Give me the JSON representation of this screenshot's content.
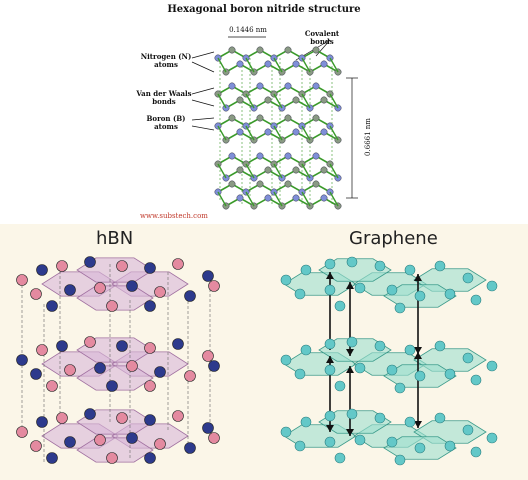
{
  "top": {
    "title": "Hexagonal boron nitride structure",
    "labels": {
      "nitrogen": "Nitrogen (N) atoms",
      "vdw": "Van der Waals bonds",
      "boron": "Boron (B) atoms",
      "covalent": "Covalent bonds",
      "bond_length": "0.1446 nm",
      "layer_spacing": "0.6661 nm"
    },
    "url": "www.substech.com"
  },
  "bottom": {
    "left_title": "hBN",
    "right_title": "Graphene"
  },
  "colors": {
    "bond_green": "#3a9a2a",
    "nitrogen_blue": "#7f8fd8",
    "boron_gray": "#8a9a84",
    "hbn_plane": "#d9b7d9",
    "hbn_pink_atom": "#e48aa0",
    "hbn_navy_atom": "#2d3a8c",
    "graphene_plane": "#9fe0cf",
    "graphene_atom": "#63c8c8"
  }
}
